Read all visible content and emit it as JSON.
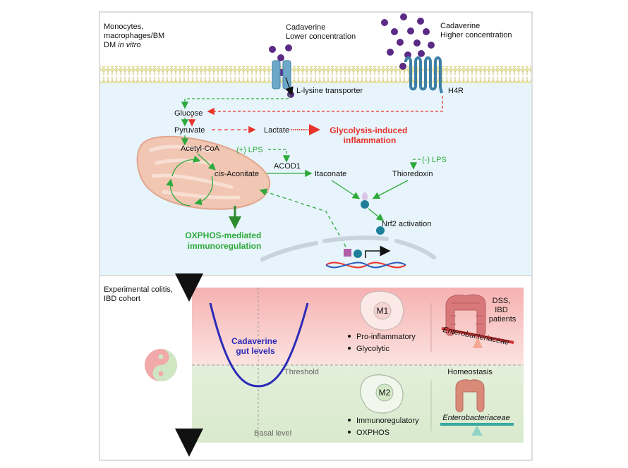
{
  "top_panel": {
    "cell_label": [
      "Monocytes,",
      "macrophages/BM",
      "DM"
    ],
    "cell_label_suffix": "in vitro",
    "cad_low": [
      "Cadaverine",
      "Lower concentration"
    ],
    "cad_high": [
      "Cadaverine",
      "Higher concentration"
    ],
    "transporter": "L-lysine transporter",
    "receptor": "H4R",
    "glucose": "Glucose",
    "pyruvate": "Pyruvate",
    "lactate": "Lactate",
    "glycolysis": [
      "Glycolysis-induced",
      "inflammation"
    ],
    "acetyl_coa": "Acetyl-CoA",
    "cis_prefix": "cis",
    "cis_rest": "-Aconitate",
    "lps_plus": "(+) LPS",
    "lps_minus": "(-) LPS",
    "acod1": "ACOD1",
    "itaconate": "Itaconate",
    "thioredoxin": "Thioredoxin",
    "nrf2": "Nrf2 activation",
    "oxphos": [
      "OXPHOS-mediated",
      "immunoregulation"
    ]
  },
  "bottom_panel": {
    "cohort_label": [
      "Experimental colitis,",
      "IBD cohort"
    ],
    "curve_label": [
      "Cadaverine",
      "gut levels"
    ],
    "threshold": "Threshold",
    "basal": "Basal level",
    "m1": {
      "label": "M1",
      "bullets": [
        "Pro-inflammatory",
        "Glycolytic"
      ],
      "patients": [
        "DSS,",
        "IBD",
        "patients"
      ],
      "bacteria": "Enterobacteriaceae"
    },
    "m2": {
      "label": "M2",
      "bullets": [
        "Immunoregulatory",
        "OXPHOS"
      ],
      "state": "Homeostasis",
      "bacteria": "Enterobacteriaceae"
    }
  },
  "colors": {
    "green_arrow": "#2eaa3c",
    "red_arrow": "#e8332a",
    "purple_molecule": "#5b2a86",
    "curve_blue": "#2b2bb8",
    "membrane_yellow": "#e8e39a",
    "cytoplasm": "#e7f4fb",
    "mito": "#f1c6b3",
    "m1_bg": "#f6b7b7",
    "m2_bg": "#e1efd7"
  }
}
